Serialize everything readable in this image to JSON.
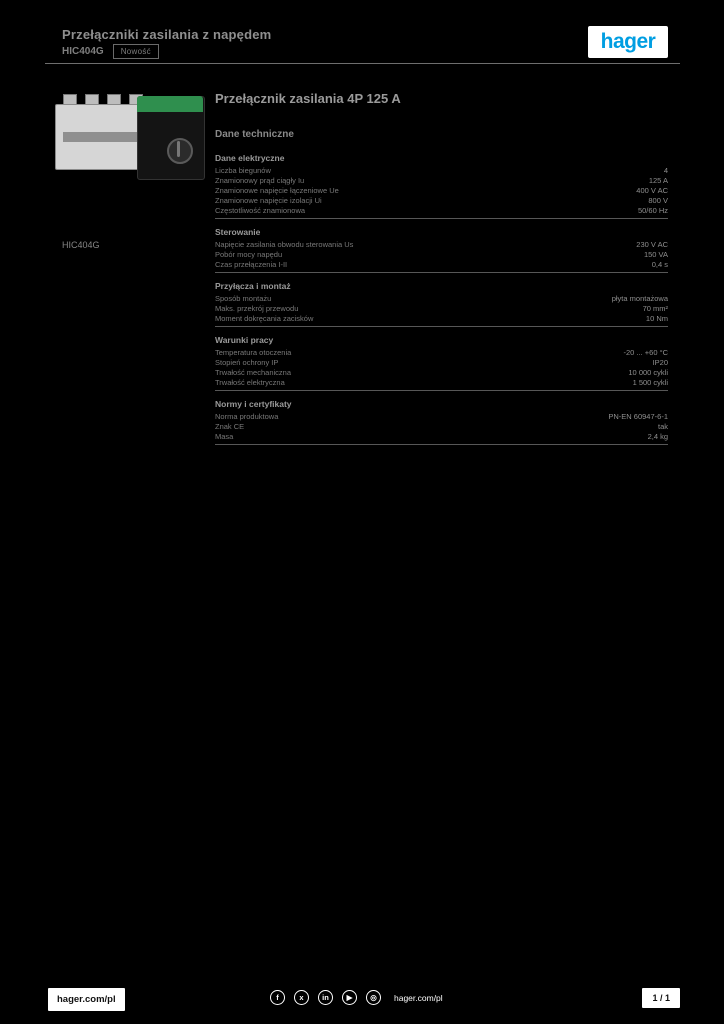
{
  "colors": {
    "background": "#000000",
    "brand_blue": "#009EE2",
    "motor_green": "#2F8F4E",
    "text_gray": "#8A8A8A",
    "footer_white": "#FFFFFF"
  },
  "header": {
    "title": "Przełączniki zasilania z napędem",
    "reference": "HIC404G",
    "badge": "Nowość",
    "logo_text": "hager"
  },
  "product": {
    "title": "Przełącznik zasilania 4P 125 A",
    "reference": "HIC404G",
    "section_title": "Dane techniczne",
    "image": "changeover-switch-product-photo"
  },
  "specs": {
    "groups": [
      {
        "title": "Dane elektryczne",
        "rows": [
          {
            "label": "Liczba biegunów",
            "value": "4"
          },
          {
            "label": "Znamionowy prąd ciągły Iu",
            "value": "125 A"
          },
          {
            "label": "Znamionowe napięcie łączeniowe Ue",
            "value": "400 V AC"
          },
          {
            "label": "Znamionowe napięcie izolacji Ui",
            "value": "800 V"
          },
          {
            "label": "Częstotliwość znamionowa",
            "value": "50/60 Hz"
          }
        ]
      },
      {
        "title": "Sterowanie",
        "rows": [
          {
            "label": "Napięcie zasilania obwodu sterowania Us",
            "value": "230 V AC"
          },
          {
            "label": "Pobór mocy napędu",
            "value": "150 VA"
          },
          {
            "label": "Czas przełączenia I-II",
            "value": "0,4 s"
          }
        ]
      },
      {
        "title": "Przyłącza i montaż",
        "rows": [
          {
            "label": "Sposób montażu",
            "value": "płyta montażowa"
          },
          {
            "label": "Maks. przekrój przewodu",
            "value": "70 mm²"
          },
          {
            "label": "Moment dokręcania zacisków",
            "value": "10 Nm"
          }
        ]
      },
      {
        "title": "Warunki pracy",
        "rows": [
          {
            "label": "Temperatura otoczenia",
            "value": "-20 ... +60 °C"
          },
          {
            "label": "Stopień ochrony IP",
            "value": "IP20"
          },
          {
            "label": "Trwałość mechaniczna",
            "value": "10 000 cykli"
          },
          {
            "label": "Trwałość elektryczna",
            "value": "1 500 cykli"
          }
        ]
      },
      {
        "title": "Normy i certyfikaty",
        "rows": [
          {
            "label": "Norma produktowa",
            "value": "PN-EN 60947-6-1"
          },
          {
            "label": "Znak CE",
            "value": "tak"
          },
          {
            "label": "Masa",
            "value": "2,4 kg"
          }
        ]
      }
    ]
  },
  "footer": {
    "site_label": "hager.com/pl",
    "center_text": "hager.com/pl",
    "page_label": "1 / 1",
    "social_icons": [
      {
        "name": "facebook-icon",
        "glyph": "f"
      },
      {
        "name": "x-icon",
        "glyph": "x"
      },
      {
        "name": "linkedin-icon",
        "glyph": "in"
      },
      {
        "name": "youtube-icon",
        "glyph": "▶"
      },
      {
        "name": "instagram-icon",
        "glyph": "◎"
      }
    ]
  }
}
